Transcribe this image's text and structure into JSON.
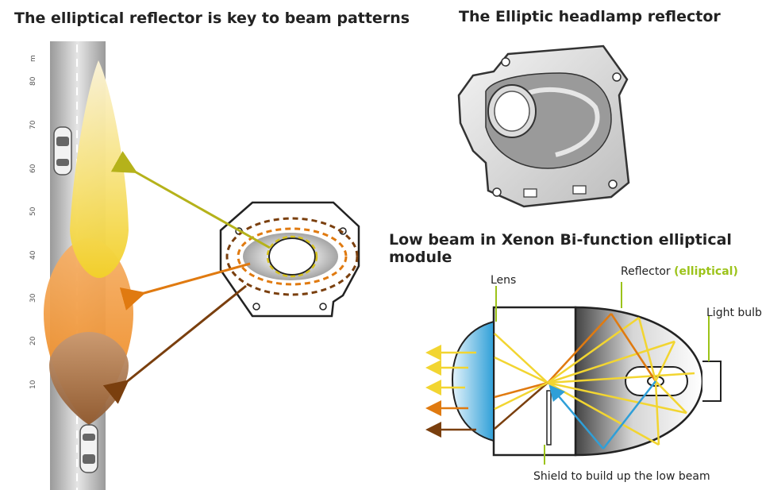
{
  "titles": {
    "left": "The elliptical reflector is key to beam patterns",
    "top_right": "The Elliptic headlamp reflector",
    "bottom_right": "Low beam in Xenon Bi-function elliptical module"
  },
  "road": {
    "unit": "m",
    "ticks": [
      "80",
      "70",
      "60",
      "50",
      "40",
      "30",
      "20",
      "10"
    ]
  },
  "module_labels": {
    "lens": "Lens",
    "reflector": "Reflector ",
    "reflector_type": "(elliptical)",
    "light_bulb": "Light bulb",
    "shield": "Shield to build up the low beam"
  },
  "colors": {
    "yellow_beam": "#f2d531",
    "orange_beam": "#ee8a1c",
    "brown_beam": "#9a6a3e",
    "green_arrow": "#b5b21a",
    "orange_arrow": "#e07a10",
    "brown_arrow": "#7a3f0e",
    "label_accent": "#9cc31a",
    "lens_blue": "#3aa6dc"
  }
}
